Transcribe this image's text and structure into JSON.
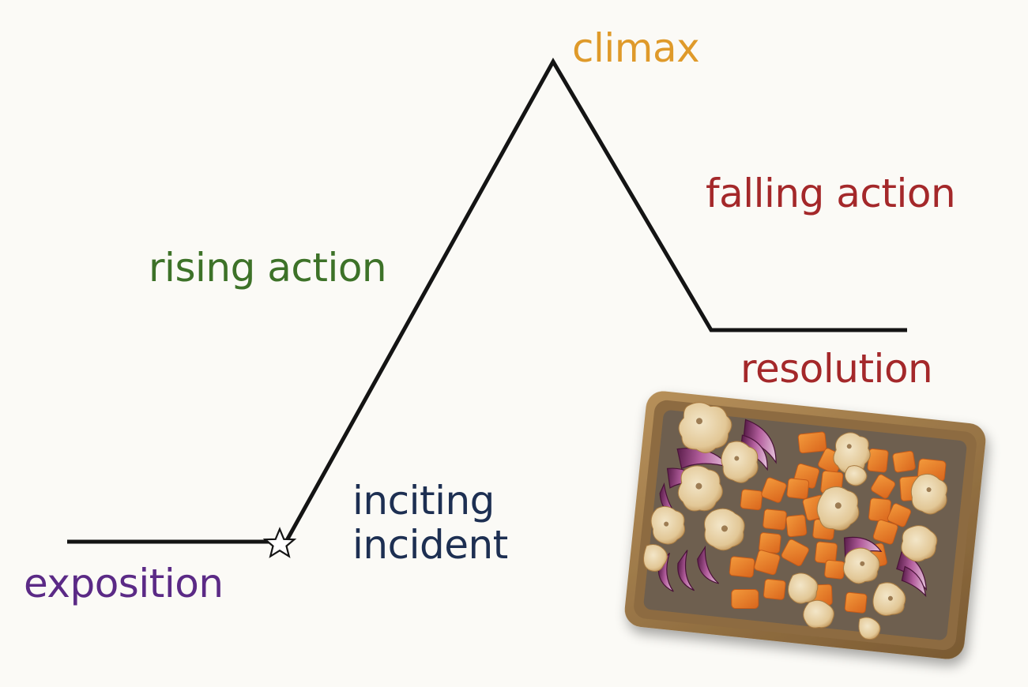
{
  "labels": {
    "climax": "climax",
    "falling_action": "falling action",
    "rising_action": "rising action",
    "resolution": "resolution",
    "inciting_incident": "inciting\nincident",
    "exposition": "exposition"
  },
  "colors": {
    "background": "#fbfaf6",
    "line": "#141414",
    "exposition": "#5b2a86",
    "inciting_incident": "#1d2f52",
    "rising_action": "#3d7228",
    "climax": "#df9a2a",
    "falling_action": "#a4282a",
    "resolution": "#a4282a"
  },
  "icons": {
    "marker": "star-icon",
    "photo": "roasted-vegetables-sheet-pan"
  }
}
